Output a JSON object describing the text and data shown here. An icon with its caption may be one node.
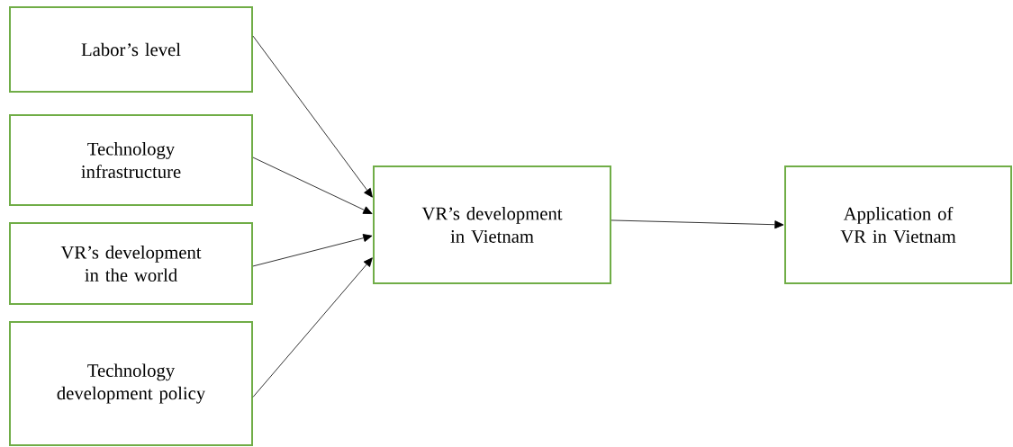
{
  "diagram": {
    "nodes": [
      {
        "text": [
          "Labor’s level"
        ]
      },
      {
        "text": [
          "Technology infrastructure"
        ]
      },
      {
        "text": [
          "VR’s development in the world"
        ]
      },
      {
        "text": [
          "Technology development policy"
        ]
      },
      {
        "text": [
          "VR’s development in Vietnam"
        ]
      },
      {
        "text": [
          "Application of VR in Vietnam"
        ]
      }
    ],
    "edges": [
      {
        "from": 0,
        "to": 4,
        "arrow": "to"
      },
      {
        "from": 1,
        "to": 4,
        "arrow": "to"
      },
      {
        "from": 2,
        "to": 4,
        "arrow": "to"
      },
      {
        "from": 3,
        "to": 4,
        "arrow": "to"
      },
      {
        "from": 4,
        "to": 5,
        "arrow": "to"
      }
    ]
  }
}
